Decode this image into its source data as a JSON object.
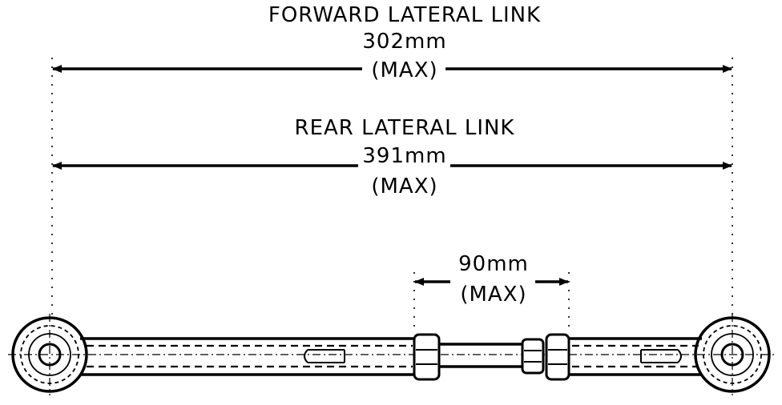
{
  "forward_link": {
    "title": "FORWARD LATERAL LINK",
    "length": "302mm",
    "qualifier": "(MAX)"
  },
  "rear_link": {
    "title": "REAR LATERAL LINK",
    "length": "391mm",
    "qualifier": "(MAX)"
  },
  "adjuster": {
    "length": "90mm",
    "qualifier": "(MAX)"
  }
}
